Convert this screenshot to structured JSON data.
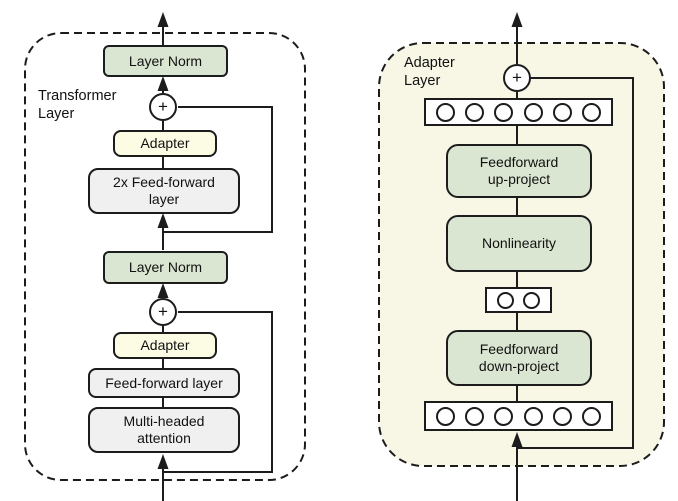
{
  "figure": {
    "type": "architecture-diagram",
    "description": "Adapter module placement inside a Transformer layer"
  },
  "left_panel": {
    "label": "Transformer Layer",
    "add_symbol": "+",
    "blocks": [
      {
        "name": "layer-norm-top",
        "label": "Layer Norm",
        "fill": "#dbe6d2"
      },
      {
        "name": "adapter-top",
        "label": "Adapter",
        "fill": "#fcfce4"
      },
      {
        "name": "feedforward-2x",
        "label": "2x Feed-forward layer",
        "fill": "#f0f0f0"
      },
      {
        "name": "layer-norm-bottom",
        "label": "Layer Norm",
        "fill": "#dbe6d2"
      },
      {
        "name": "adapter-bottom",
        "label": "Adapter",
        "fill": "#fcfce4"
      },
      {
        "name": "feedforward-layer",
        "label": "Feed-forward layer",
        "fill": "#f0f0f0"
      },
      {
        "name": "multi-headed-attention",
        "label": "Multi-headed attention",
        "fill": "#f0f0f0"
      }
    ]
  },
  "right_panel": {
    "label": "Adapter Layer",
    "add_symbol": "+",
    "panel_fill": "#f8f7e6",
    "blocks": [
      {
        "name": "feedforward-up-project",
        "label": "Feedforward up-project",
        "fill": "#dbe6d2"
      },
      {
        "name": "nonlinearity",
        "label": "Nonlinearity",
        "fill": "#dbe6d2"
      },
      {
        "name": "feedforward-down-project",
        "label": "Feedforward down-project",
        "fill": "#dbe6d2"
      }
    ],
    "unit_rows": {
      "top_units": 6,
      "bottleneck_units": 2,
      "bottom_units": 6
    }
  },
  "colors": {
    "green_block": "#dbe6d2",
    "yellow_block": "#fcfce4",
    "gray_block": "#f0f0f0",
    "panel_fill": "#f8f7e6",
    "stroke": "#1c1c1c",
    "background": "#ffffff"
  }
}
